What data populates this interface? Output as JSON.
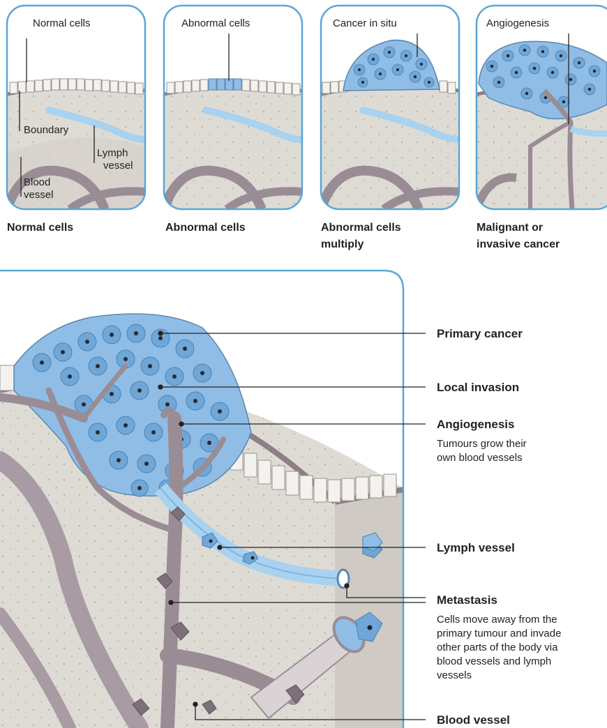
{
  "panels": [
    {
      "label": "Normal cells",
      "annotations": {
        "top": "Normal cells",
        "boundary": "Boundary",
        "lymph_1": "Lymph",
        "lymph_2": "vessel",
        "blood_1": "Blood",
        "blood_2": "vessel"
      }
    },
    {
      "label": "Abnormal cells",
      "annotations": {
        "top": "Abnormal cells"
      }
    },
    {
      "label_1": "Abnormal cells",
      "label_2": "multiply",
      "annotations": {
        "top": "Cancer in situ"
      }
    },
    {
      "label_1": "Malignant or",
      "label_2": "invasive cancer",
      "annotations": {
        "top": "Angiogenesis"
      }
    }
  ],
  "main": {
    "callouts": {
      "primary_cancer": "Primary cancer",
      "local_invasion": "Local invasion",
      "angiogenesis": "Angiogenesis",
      "angiogenesis_desc_1": "Tumours grow their",
      "angiogenesis_desc_2": "own blood vessels",
      "lymph_vessel": "Lymph vessel",
      "metastasis": "Metastasis",
      "metastasis_desc_1": "Cells move away from the",
      "metastasis_desc_2": "primary tumour and invade",
      "metastasis_desc_3": "other parts of the body via",
      "metastasis_desc_4": "blood vessels and lymph",
      "metastasis_desc_5": "vessels",
      "blood_vessel": "Blood vessel"
    }
  },
  "colors": {
    "frame": "#5aa6d6",
    "tissue": "#dedbd5",
    "tissue_dark": "#cfcac3",
    "membrane": "#8d7f86",
    "blood_vessel": "#9a8c94",
    "lymph_vessel": "#a8d2ef",
    "cancer_cell": "#8fbde6",
    "normal_cell": "#f4f2ee"
  }
}
